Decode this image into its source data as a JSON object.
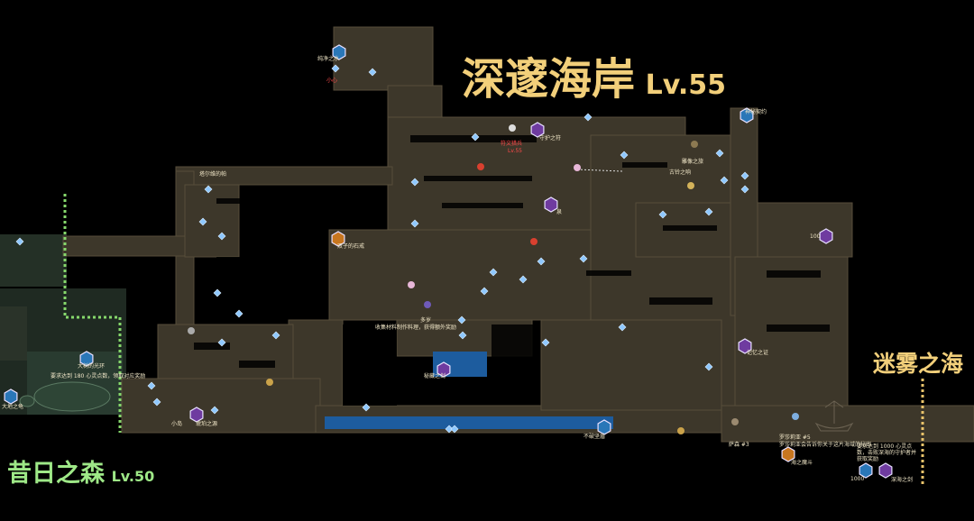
{
  "regions": {
    "main": {
      "name": "深邃海岸",
      "level": "Lv.55"
    },
    "west": {
      "name": "昔日之森",
      "level": "Lv.50"
    },
    "east": {
      "name": "迷雾之海"
    }
  },
  "labels": {
    "pure_water": "纯净之水",
    "careful": "小心",
    "rune_guard": "符文猎兵",
    "rune_guard_lv": "Lv.55",
    "rune_crystal": "守护之符",
    "contract": "神秘契约",
    "statue": "雕像之旅",
    "altar": "塔尔维的帕",
    "fountain": "泉",
    "twin_ring": "双子的石戒",
    "remember": "记忆之证",
    "dodo": "多岁",
    "dodo_desc": "收集材料制作料理，获得额外奖励",
    "treasure": "秘藏之剑",
    "amber": "琥珀之源",
    "island": "小岛",
    "unbreakable": "不破坚盾",
    "old_bell": "古铃之响",
    "west_ring": "大树的光环",
    "west_turtle": "大地之龟",
    "west_quest": "要求达到 180 心灵点数，领取对应奖励",
    "lilisa": "罗莎莉亚 #5",
    "lilisa_desc": "罗莎莉亚会告诉你关于这片海域的秘密",
    "boss": "萨森 #3",
    "shark": "海之魔斗",
    "sea_desc": "要求达到 1000 心灵点数，击败深海的守护者并获取奖励",
    "sea_item": "深海之剑",
    "num_100": "100",
    "num_1000": "1000"
  },
  "colors": {
    "main_title": "#f2cf7a",
    "west_title": "#9ee887",
    "east_title": "#f2cf7a",
    "floor": "#3d372a",
    "wall_outline": "#564d3a",
    "water": "#1d5c9e",
    "west_path": "#86d86c",
    "east_path": "#e9c36b",
    "node_purple": "#6f3ba0",
    "node_blue": "#2a77b8",
    "node_orange": "#c7761f"
  },
  "icons": [
    "crystal-icon",
    "waypoint-icon",
    "chest-icon",
    "boss-skull-icon",
    "npc-icon",
    "stone-icon"
  ]
}
